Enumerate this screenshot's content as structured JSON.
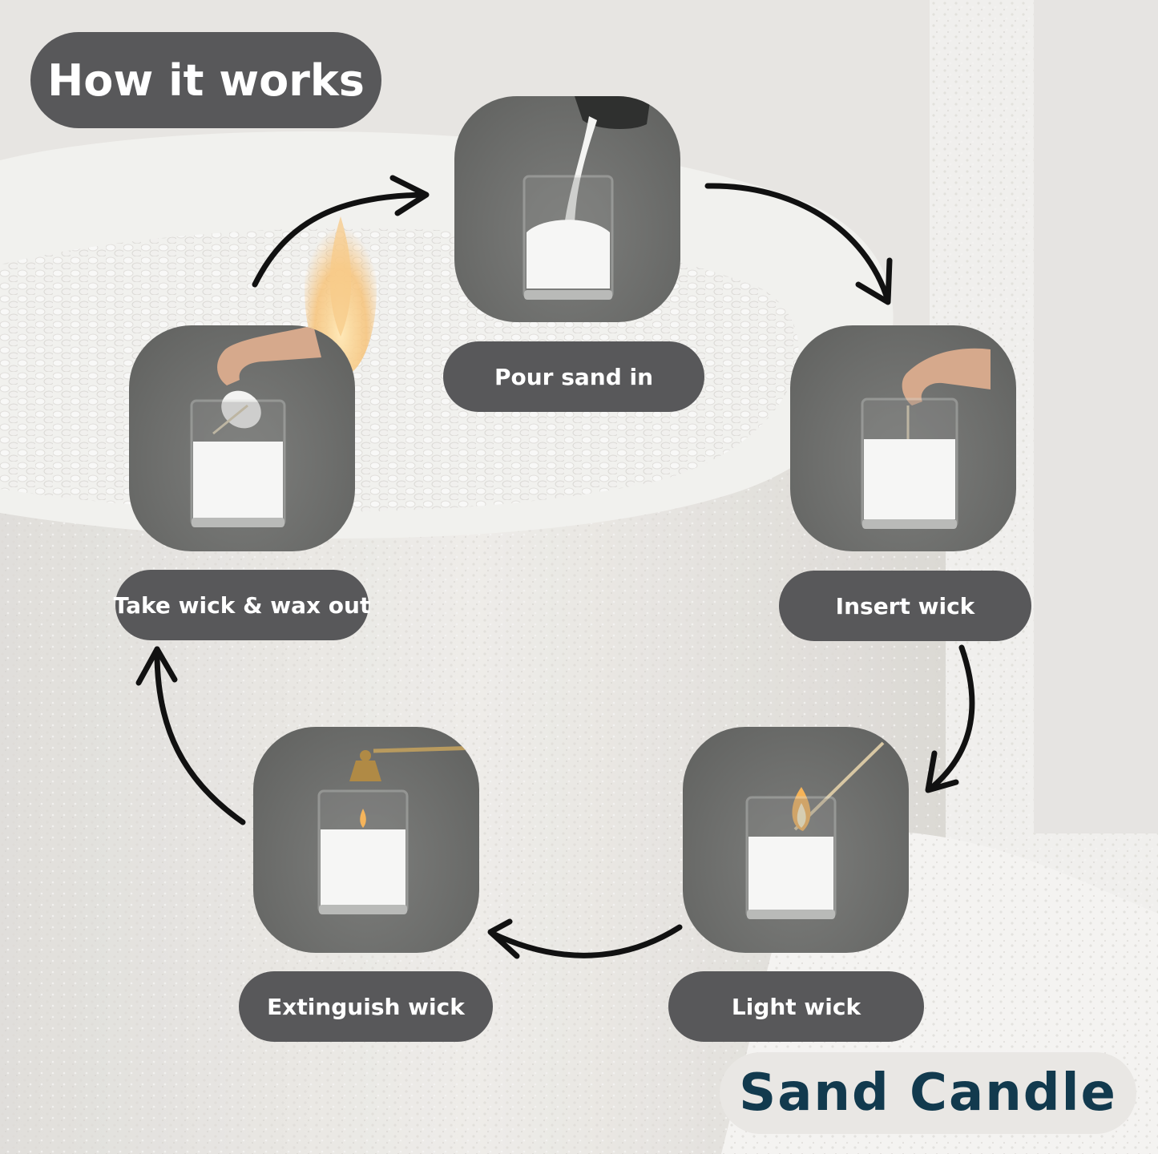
{
  "title": "How it works",
  "steps": [
    {
      "label": "Pour sand in",
      "photo": "pour-sand-photo"
    },
    {
      "label": "Insert wick",
      "photo": "insert-wick-photo"
    },
    {
      "label": "Light wick",
      "photo": "light-wick-photo"
    },
    {
      "label": "Extinguish wick",
      "photo": "extinguish-wick-photo"
    },
    {
      "label": "Take wick & wax out",
      "photo": "take-wick-out-photo"
    }
  ],
  "brand": "Sand Candle",
  "colors": {
    "pill": "#58585a",
    "brand_text": "#123a4e",
    "brand_pill": "#e9e7e4",
    "photo_bg": "#6d6e6c",
    "arrow": "#111111"
  }
}
